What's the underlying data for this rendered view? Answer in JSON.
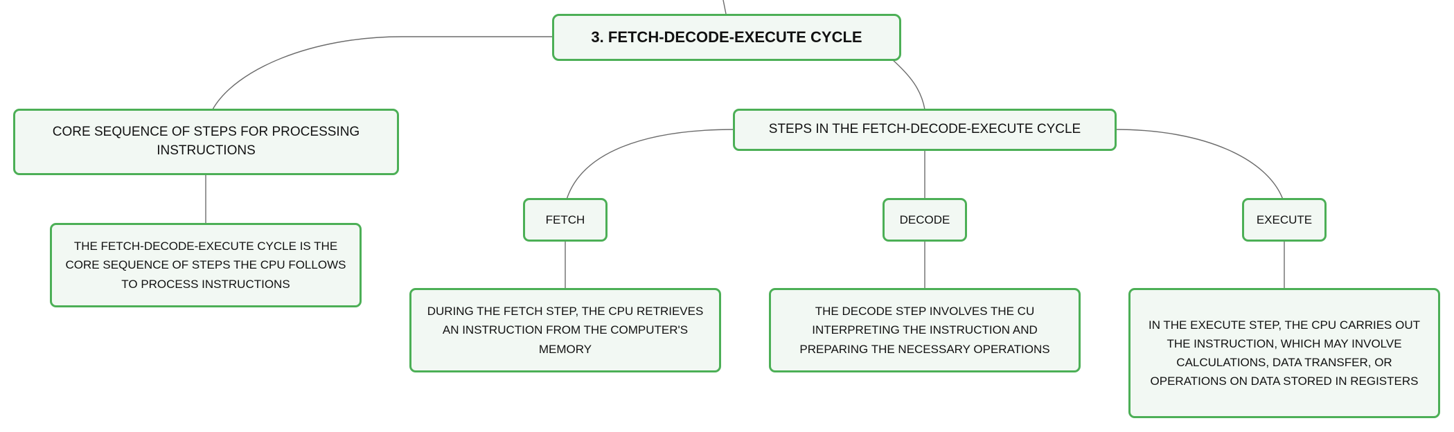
{
  "root": {
    "label": "3. FETCH-DECODE-EXECUTE CYCLE"
  },
  "core": {
    "label": "CORE SEQUENCE OF STEPS FOR PROCESSING INSTRUCTIONS",
    "description": "THE FETCH-DECODE-EXECUTE CYCLE IS THE CORE SEQUENCE OF STEPS THE CPU FOLLOWS TO PROCESS INSTRUCTIONS"
  },
  "steps": {
    "label": "STEPS IN THE FETCH-DECODE-EXECUTE CYCLE",
    "items": [
      {
        "label": "FETCH",
        "description": "DURING THE FETCH STEP, THE CPU RETRIEVES AN INSTRUCTION FROM THE COMPUTER'S MEMORY"
      },
      {
        "label": "DECODE",
        "description": "THE DECODE STEP INVOLVES THE CU INTERPRETING THE INSTRUCTION AND PREPARING THE NECESSARY OPERATIONS"
      },
      {
        "label": "EXECUTE",
        "description": "IN THE EXECUTE STEP, THE CPU CARRIES OUT THE INSTRUCTION, WHICH MAY INVOLVE CALCULATIONS, DATA TRANSFER, OR OPERATIONS ON DATA STORED IN REGISTERS"
      }
    ]
  },
  "colors": {
    "node_border": "#4caf56",
    "node_fill": "#f2f8f3",
    "connector": "#6b6b6b"
  }
}
